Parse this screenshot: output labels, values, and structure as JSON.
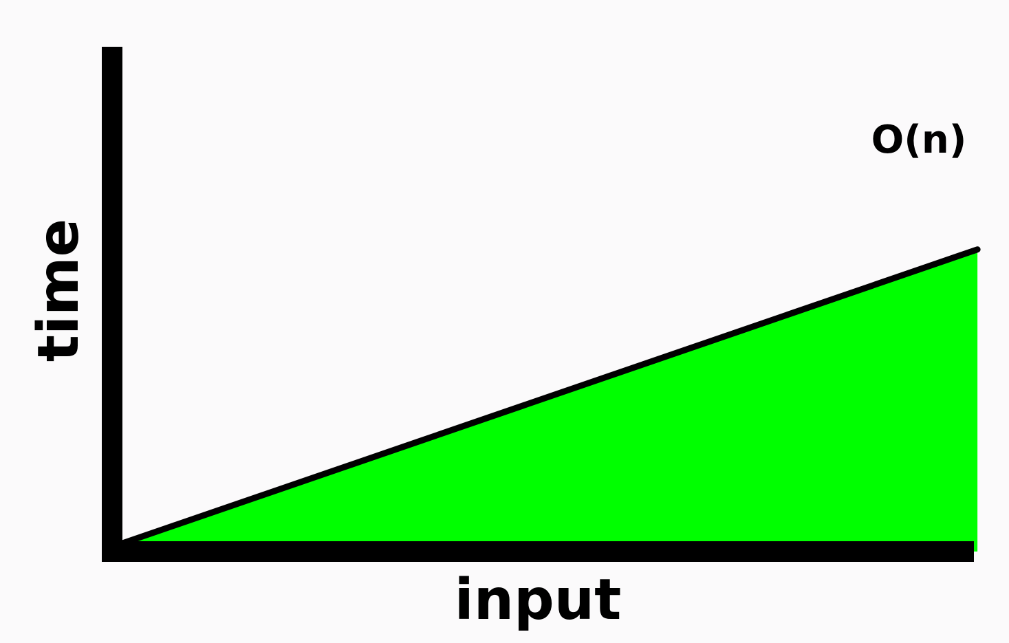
{
  "chart_data": {
    "type": "area",
    "x": [
      0,
      1
    ],
    "series": [
      {
        "name": "O(n)",
        "values": [
          0,
          1
        ],
        "fill_color": "#00ff00",
        "line_color": "#000000"
      }
    ],
    "xlabel": "input",
    "ylabel": "time",
    "xlim": [
      0,
      1.09
    ],
    "ylim": [
      0,
      1.32
    ],
    "grid": false,
    "show_ticks": false,
    "legend": "none"
  },
  "colors": {
    "background": "#fbfafb",
    "axis": "#000000",
    "fill": "#00ff00",
    "line": "#000000"
  }
}
